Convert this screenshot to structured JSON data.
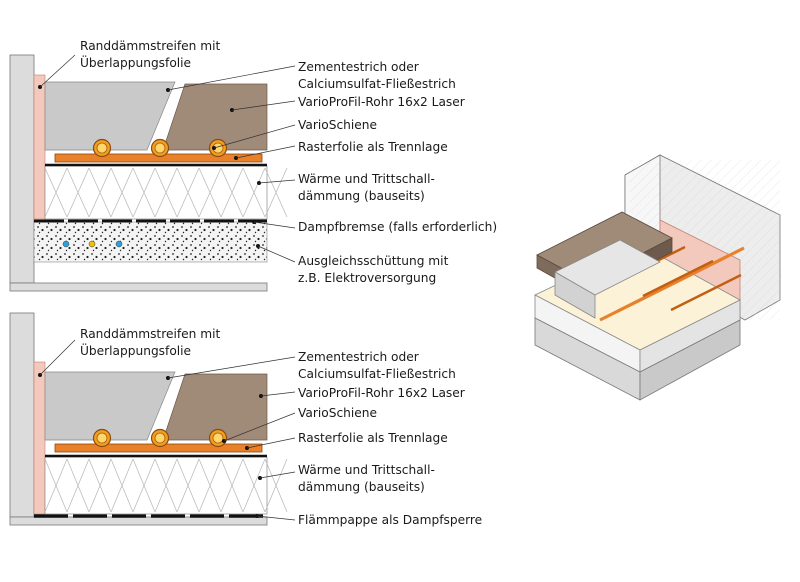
{
  "diagram_top": {
    "labels": {
      "edge_strip": [
        "Randdämmstreifen mit",
        "Überlappungsfolie"
      ],
      "screed": [
        "Zementestrich oder",
        "Calciumsulfat-Fließestrich"
      ],
      "pipe": "VarioProFil-Rohr 16x2 Laser",
      "rail": "VarioSchiene",
      "grid_foil": "Rasterfolie als Trennlage",
      "insulation": [
        "Wärme und Trittschall-",
        "dämmung (bauseits)"
      ],
      "vapor_barrier": "Dampfbremse (falls erforderlich)",
      "fill": [
        "Ausgleichsschüttung mit",
        "z.B. Elektroversorgung"
      ]
    }
  },
  "diagram_bottom": {
    "labels": {
      "edge_strip": [
        "Randdämmstreifen mit",
        "Überlappungsfolie"
      ],
      "screed": [
        "Zementestrich oder",
        "Calciumsulfat-Fließestrich"
      ],
      "pipe": "VarioProFil-Rohr 16x2 Laser",
      "rail": "VarioSchiene",
      "grid_foil": "Rasterfolie als Trennlage",
      "insulation": [
        "Wärme und Trittschall-",
        "dämmung (bauseits)"
      ],
      "vapor_barrier": "Flämmpappe als Dampfsperre"
    }
  },
  "colors": {
    "wall": "#dcdcdc",
    "edge_strip": "#f4c9bd",
    "cement_screed": "#c9c9c9",
    "anhydrite_screed": "#a08a78",
    "rail": "#e8812a",
    "pipe": "#f0a020",
    "insulation": "#ffffff",
    "membrane": "#111111"
  }
}
